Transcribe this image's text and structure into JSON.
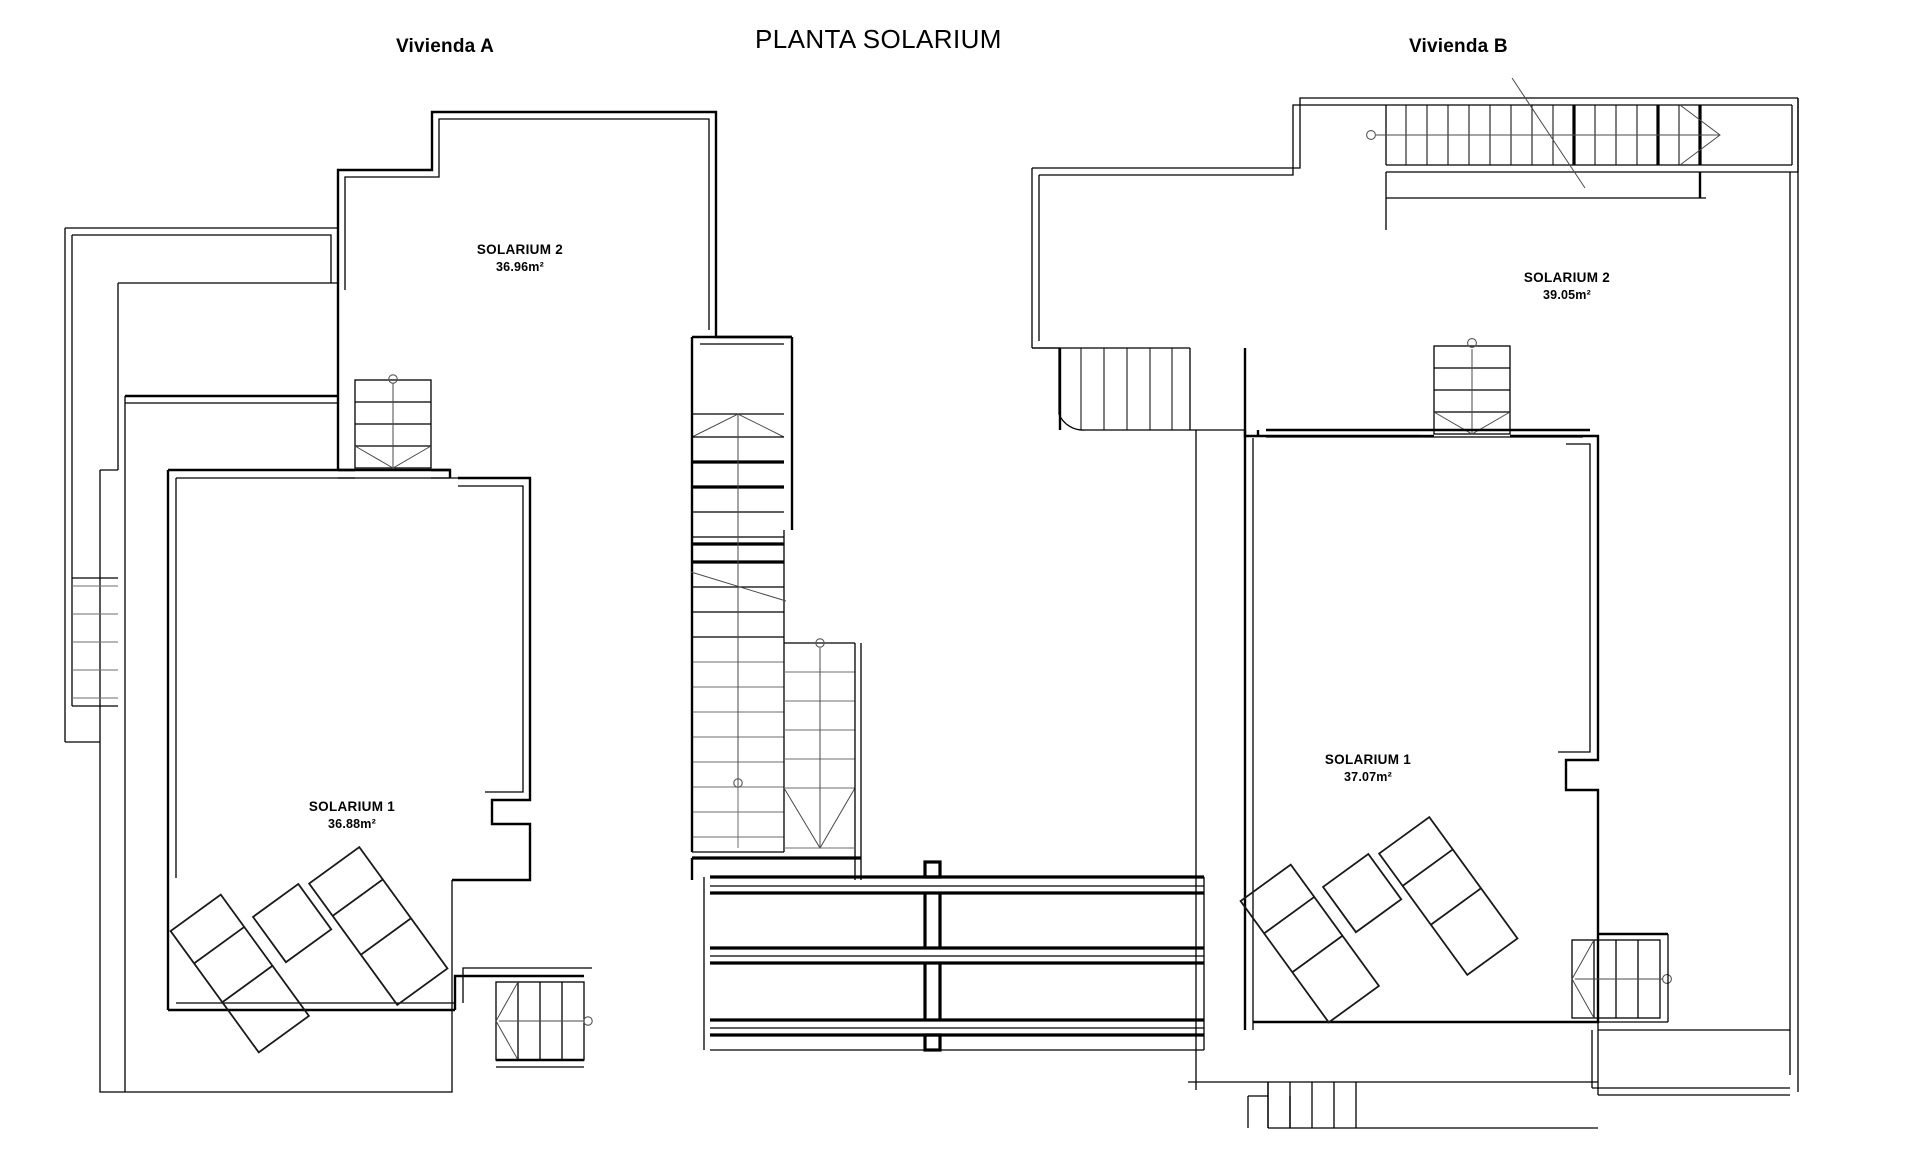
{
  "sheet": {
    "title": "PLANTA SOLARIUM",
    "background_color": "#ffffff",
    "line_color": "#000000"
  },
  "units": [
    {
      "id": "a",
      "label": "Vivienda A"
    },
    {
      "id": "b",
      "label": "Vivienda B"
    }
  ],
  "rooms": [
    {
      "id": "a-solarium-2",
      "unit": "Vivienda A",
      "name": "SOLARIUM 2",
      "area": "36.96m²"
    },
    {
      "id": "a-solarium-1",
      "unit": "Vivienda A",
      "name": "SOLARIUM 1",
      "area": "36.88m²"
    },
    {
      "id": "b-solarium-2",
      "unit": "Vivienda B",
      "name": "SOLARIUM 2",
      "area": "39.05m²"
    },
    {
      "id": "b-solarium-1",
      "unit": "Vivienda B",
      "name": "SOLARIUM 1",
      "area": "37.07m²"
    }
  ],
  "features": {
    "stairs": [
      {
        "id": "a-stair-upper",
        "unit": "Vivienda A",
        "steps": 4,
        "direction": "down-arrow"
      },
      {
        "id": "a-stair-lower",
        "unit": "Vivienda A",
        "steps": 4,
        "direction": "left-arrow"
      },
      {
        "id": "a-stair-outer-left",
        "unit": "Vivienda A",
        "steps": 5,
        "direction": "none"
      },
      {
        "id": "center-stair-long",
        "unit": "shared",
        "steps": 17,
        "direction": "up-arrow"
      },
      {
        "id": "center-stair-short",
        "unit": "shared",
        "steps": 7,
        "direction": "down-arrow"
      },
      {
        "id": "b-stair-top",
        "unit": "Vivienda B",
        "steps": 14,
        "direction": "right-arrow"
      },
      {
        "id": "b-stair-upper",
        "unit": "Vivienda B",
        "steps": 4,
        "direction": "down-arrow"
      },
      {
        "id": "b-stair-lower",
        "unit": "Vivienda B",
        "steps": 4,
        "direction": "left-arrow"
      },
      {
        "id": "b-stair-curved-left",
        "unit": "Vivienda B",
        "steps": 6,
        "direction": "none"
      },
      {
        "id": "b-stair-bottom",
        "unit": "Vivienda B",
        "steps": 6,
        "direction": "none"
      }
    ],
    "furniture": [
      {
        "id": "a-lounger-1",
        "type": "sun-lounger",
        "unit": "Vivienda A"
      },
      {
        "id": "a-side-table",
        "type": "side-table",
        "unit": "Vivienda A"
      },
      {
        "id": "a-lounger-2",
        "type": "sun-lounger",
        "unit": "Vivienda A"
      },
      {
        "id": "b-lounger-1",
        "type": "sun-lounger",
        "unit": "Vivienda B"
      },
      {
        "id": "b-side-table",
        "type": "side-table",
        "unit": "Vivienda B"
      },
      {
        "id": "b-lounger-2",
        "type": "sun-lounger",
        "unit": "Vivienda B"
      }
    ],
    "railing": {
      "id": "center-railing",
      "type": "balustrade",
      "unit": "shared"
    }
  }
}
